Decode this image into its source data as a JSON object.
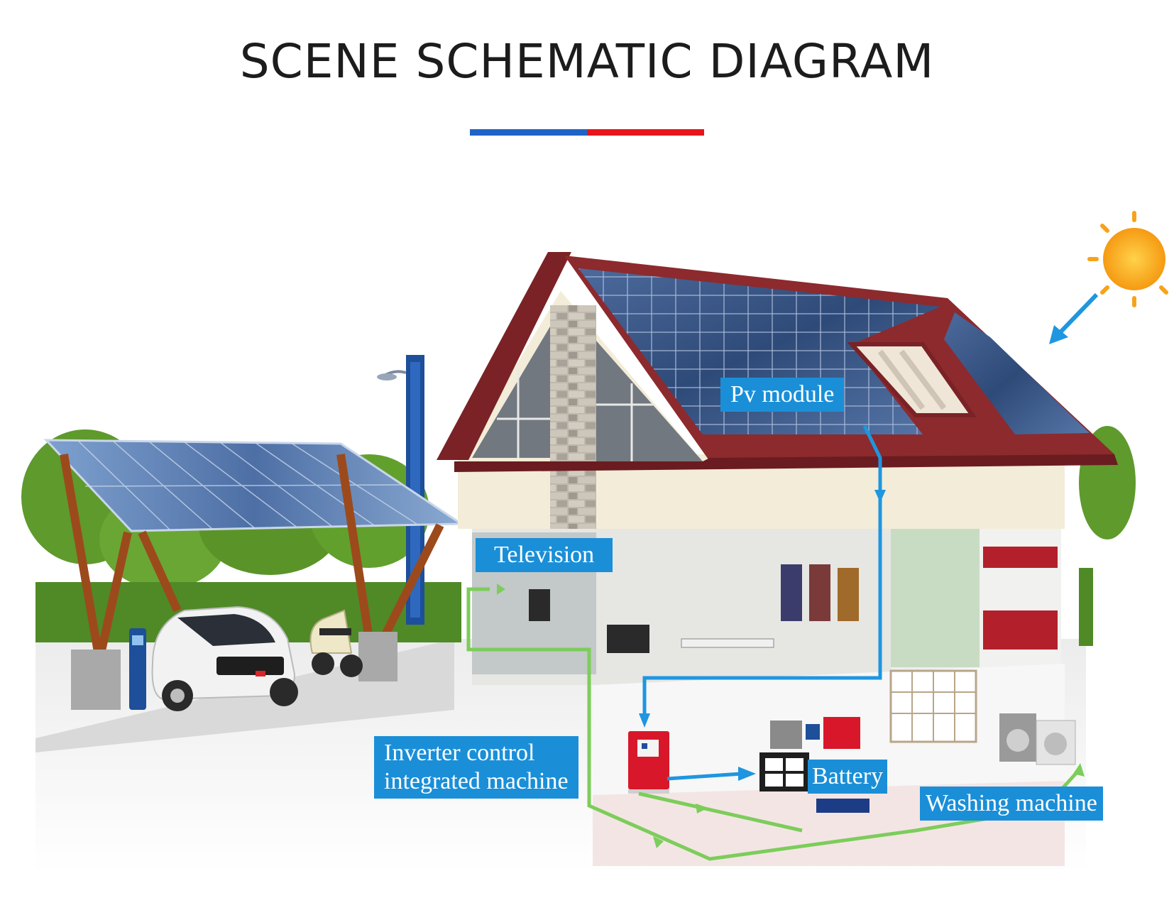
{
  "title": "SCENE SCHEMATIC DIAGRAM",
  "divider": {
    "left_color": "#1e64c8",
    "right_color": "#e8141c"
  },
  "labels": {
    "pv_module": "Pv module",
    "television": "Television",
    "inverter_line1": "Inverter control",
    "inverter_line2": "integrated machine",
    "battery": "Battery",
    "washing_machine": "Washing machine"
  },
  "colors": {
    "label_bg": "#1a8fd8",
    "dc_flow": "#1e96e0",
    "ac_flow": "#7ccd5a",
    "sun": "#f7a21b",
    "roof": "#7a2226",
    "panel": "#3a4f7a",
    "wall": "#f3ecd8",
    "tree": "#5e9a2c"
  },
  "icons": [
    "sun-icon",
    "car-icon",
    "scooter-icon",
    "charger-icon",
    "street-lamp-icon",
    "inverter-icon",
    "battery-icon",
    "washing-machine-icon",
    "television-icon"
  ]
}
